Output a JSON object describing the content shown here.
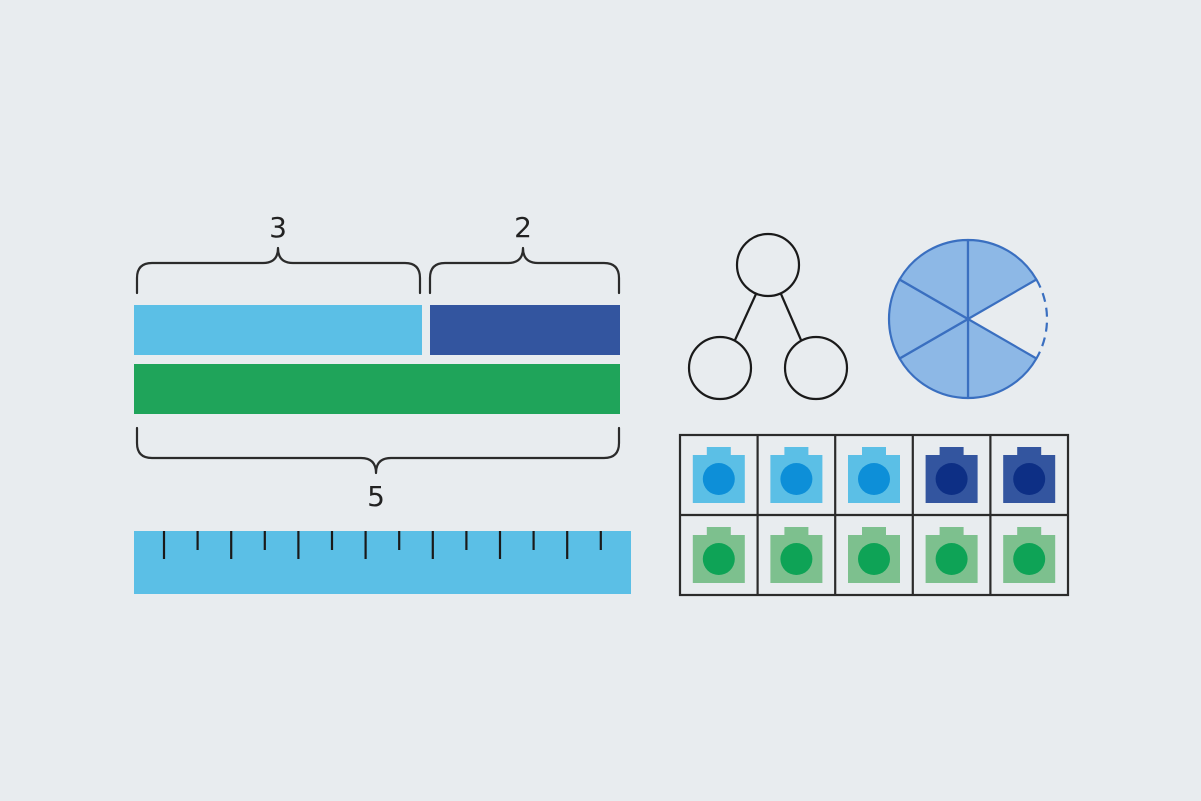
{
  "bar_model": {
    "part_a_label": "3",
    "part_b_label": "2",
    "whole_label": "5",
    "part_a": 3,
    "part_b": 2,
    "whole": 5
  },
  "ruler": {
    "tick_count": 14
  },
  "fraction_circle": {
    "total_sectors": 6,
    "shaded_sectors": 5
  },
  "ten_frame": {
    "columns": 5,
    "rows": [
      [
        "light-blue",
        "light-blue",
        "light-blue",
        "dark-blue",
        "dark-blue"
      ],
      [
        "green",
        "green",
        "green",
        "green",
        "green"
      ]
    ]
  },
  "colors": {
    "background": "#e8ecef",
    "light_blue": "#5bbfe6",
    "dark_blue": "#33559f",
    "green": "#1fa45a",
    "circle_fill": "#8db8e6",
    "circle_stroke": "#3a6fc0",
    "cube_light_blue": "#5bbfe6",
    "cube_light_blue_dot": "#0d8fd8",
    "cube_dark_blue": "#33559f",
    "cube_dark_blue_dot": "#0d2f85",
    "cube_green": "#7dc08e",
    "cube_green_dot": "#0ea356"
  },
  "icons": [
    "number-bond-icon",
    "fraction-circle-icon",
    "ruler-icon",
    "ten-frame-icon",
    "curly-brace-icon"
  ]
}
